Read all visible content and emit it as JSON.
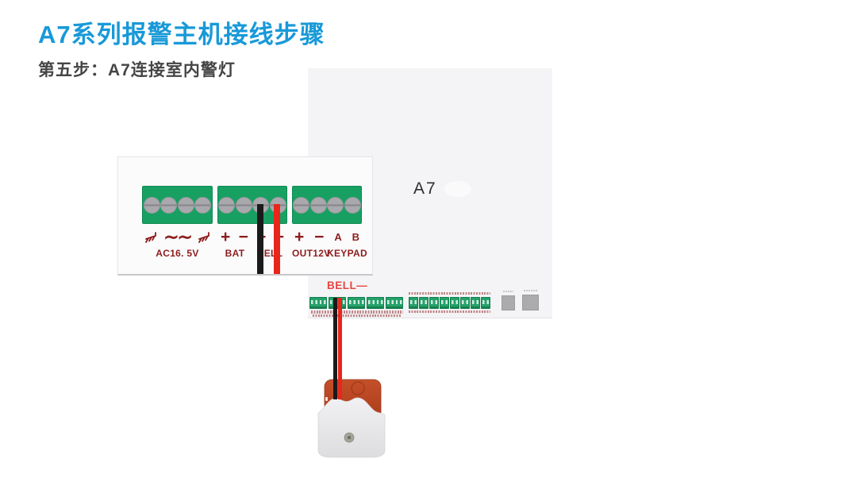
{
  "header": {
    "title": "A7系列报警主机接线步骤",
    "subtitle": "第五步：A7连接室内警灯"
  },
  "board": {
    "model_label": "A7",
    "bell_wire_label": "BELL—"
  },
  "inset": {
    "groups": [
      {
        "tildes": "∼∼",
        "label": "AC16. 5V"
      },
      {
        "symbols": [
          "+",
          "−",
          "+",
          "−"
        ],
        "labels": [
          "BAT",
          "BELL"
        ]
      },
      {
        "symbols": [
          "+",
          "−"
        ],
        "pins": [
          "A",
          "B"
        ],
        "labels": [
          "OUT12V",
          "KEYPAD"
        ]
      }
    ]
  },
  "colors": {
    "title_blue": "#1899d8",
    "terminal_green": "#17a062",
    "label_dark_red": "#8e1d1d",
    "bell_red": "#e64540",
    "wire_black": "#1a1a1a",
    "wire_red": "#e8261c",
    "siren_red": "#b4431f"
  }
}
